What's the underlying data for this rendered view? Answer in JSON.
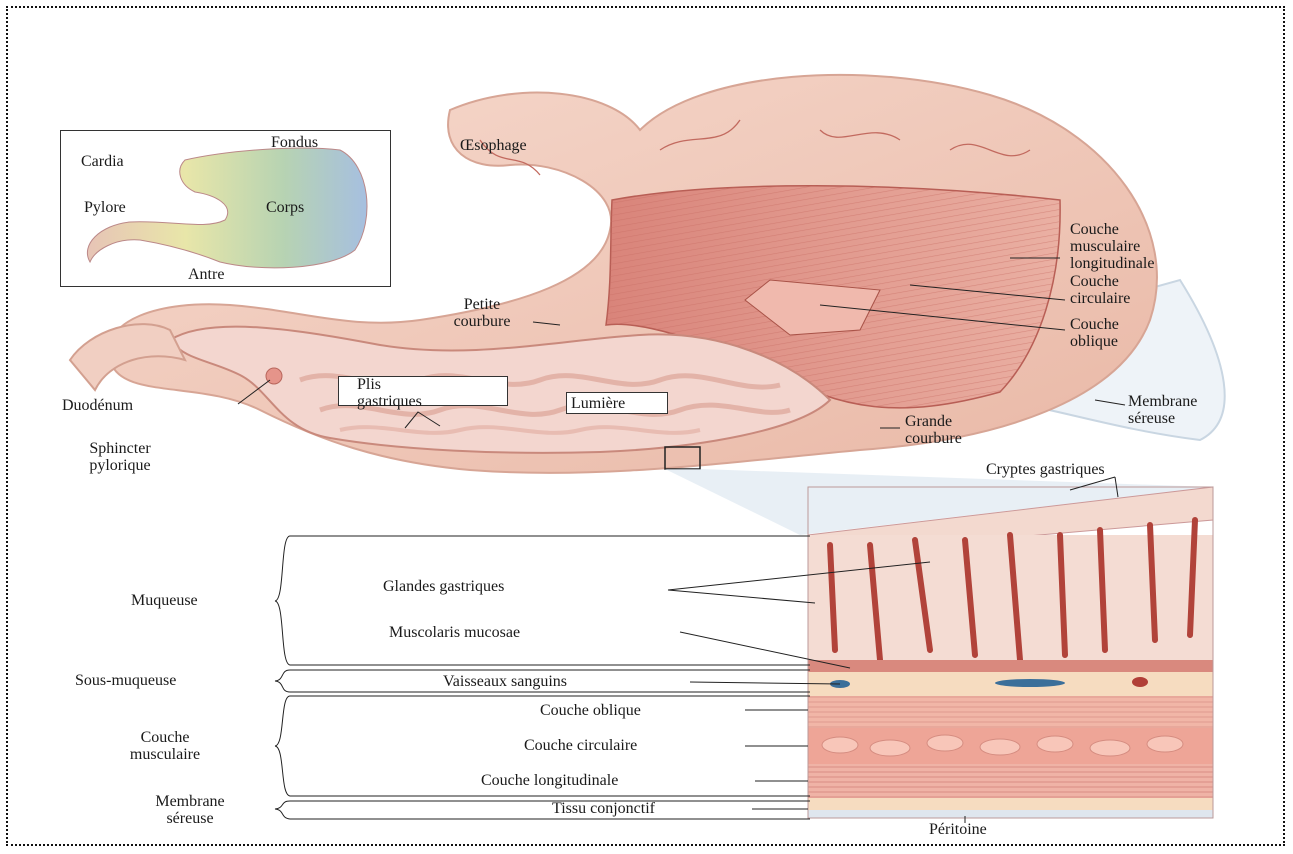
{
  "inset": {
    "fondus": "Fondus",
    "cardia": "Cardia",
    "pylore": "Pylore",
    "corps": "Corps",
    "antre": "Antre"
  },
  "stomach": {
    "oesophage": "Œsophage",
    "petite_courbure": [
      "Petite",
      "courbure"
    ],
    "plis_gastriques": [
      "Plis",
      "gastriques"
    ],
    "lumiere": "Lumière",
    "duodenum": "Duodénum",
    "sphincter_pylorique": [
      "Sphincter",
      "pylorique"
    ],
    "grande_courbure": [
      "Grande",
      "courbure"
    ],
    "couche_musculaire_longitudinale": [
      "Couche",
      "musculaire",
      "longitudinale"
    ],
    "couche_circulaire": [
      "Couche",
      "circulaire"
    ],
    "couche_oblique": [
      "Couche",
      "oblique"
    ],
    "membrane_sereuse": [
      "Membrane",
      "séreuse"
    ]
  },
  "section": {
    "cryptes_gastriques": "Cryptes gastriques",
    "muqueuse": "Muqueuse",
    "sous_muqueuse": "Sous-muqueuse",
    "couche_musculaire": [
      "Couche",
      "musculaire"
    ],
    "membrane_sereuse": [
      "Membrane",
      "séreuse"
    ],
    "glandes_gastriques": "Glandes gastriques",
    "muscolaris_mucosae": "Muscolaris mucosae",
    "vaisseaux_sanguins": "Vaisseaux sanguins",
    "couche_oblique": "Couche oblique",
    "couche_circulaire": "Couche circulaire",
    "couche_longitudinale": "Couche longitudinale",
    "tissu_conjonctif": "Tissu conjonctif",
    "peritoine": "Péritoine"
  }
}
